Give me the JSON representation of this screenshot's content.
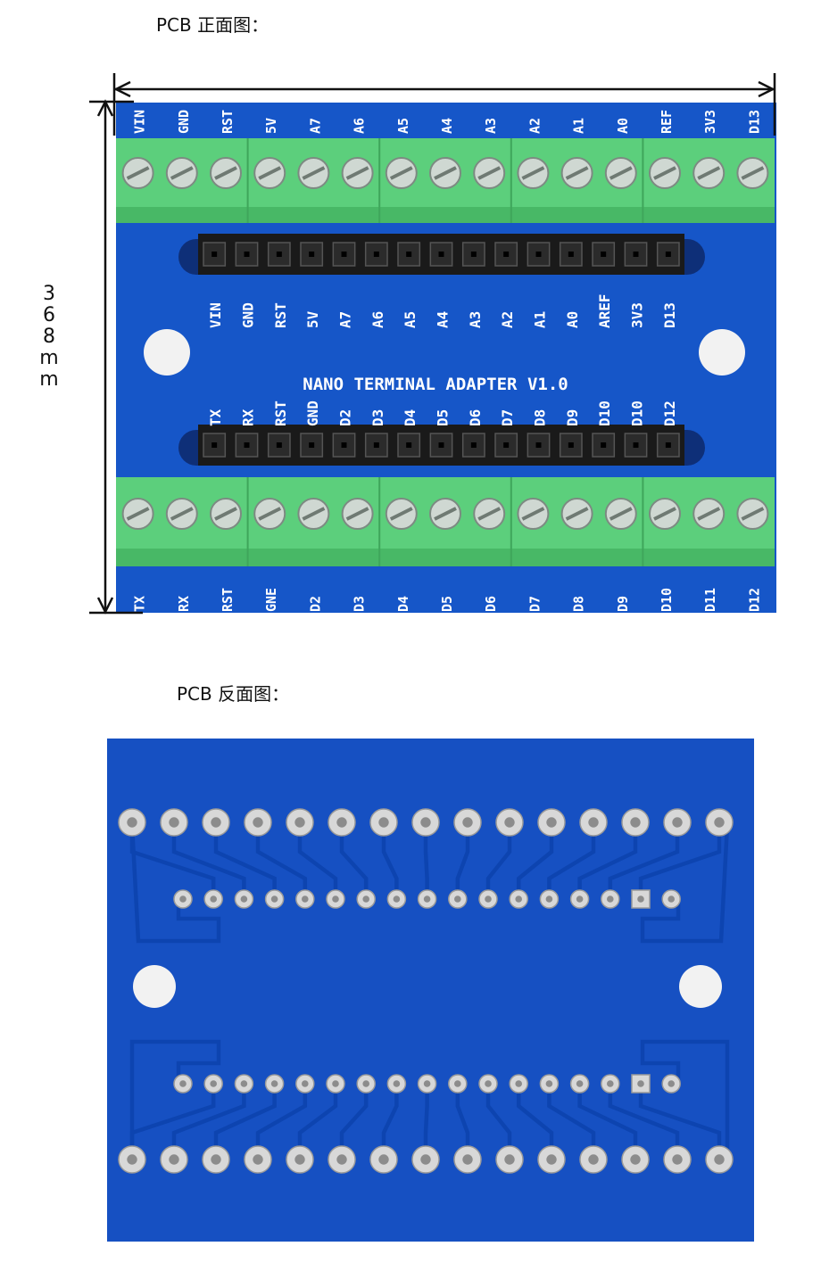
{
  "captions": {
    "front": "PCB 正面图：",
    "back": "PCB 反面图："
  },
  "dimension": {
    "height_text": [
      "3",
      "6",
      "8",
      "m",
      "m"
    ]
  },
  "board": {
    "title": "NANO TERMINAL ADAPTER V1.0",
    "top_terminal_labels": [
      "VIN",
      "GND",
      "RST",
      "5V",
      "A7",
      "A6",
      "A5",
      "A4",
      "A3",
      "A2",
      "A1",
      "A0",
      "REF",
      "3V3",
      "D13"
    ],
    "top_header_labels": [
      "VIN",
      "GND",
      "RST",
      "5V",
      "A7",
      "A6",
      "A5",
      "A4",
      "A3",
      "A2",
      "A1",
      "A0",
      "AREF",
      "3V3",
      "D13"
    ],
    "mid_header_labels": [
      "TX",
      "RX",
      "RST",
      "GND",
      "D2",
      "D3",
      "D4",
      "D5",
      "D6",
      "D7",
      "D8",
      "D9",
      "D10",
      "D10",
      "D12"
    ],
    "bottom_terminal_labels": [
      "TX",
      "RX",
      "RST",
      "GNE",
      "D2",
      "D3",
      "D4",
      "D5",
      "D6",
      "D7",
      "D8",
      "D9",
      "D10",
      "D11",
      "D12"
    ]
  },
  "colors": {
    "pcb_blue": "#1656c8",
    "terminal_green": "#5ccf7c",
    "header_black": "#1a1a1a",
    "pad_silver": "#d8d8d8"
  }
}
